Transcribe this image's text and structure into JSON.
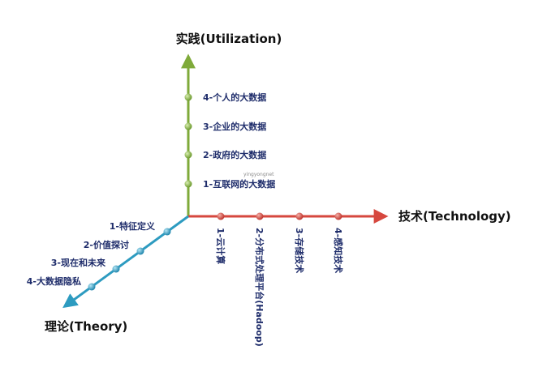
{
  "colors": {
    "utilization_axis": "#7faa3a",
    "technology_axis": "#d6473e",
    "theory_axis": "#2d9bc0",
    "label_text": "#1f2d6b"
  },
  "axes": {
    "utilization": {
      "title": "实践(Utilization)",
      "items": [
        "1-互联网的大数据",
        "2-政府的大数据",
        "3-企业的大数据",
        "4-个人的大数据"
      ]
    },
    "technology": {
      "title": "技术(Technology)",
      "items": [
        "1-云计算",
        "2-分布式处理平台(Hadoop)",
        "3-存储技术",
        "4-感知技术"
      ]
    },
    "theory": {
      "title": "理论(Theory)",
      "items": [
        "1-特征定义",
        "2-价值探讨",
        "3-现在和未来",
        "4-大数据隐私"
      ]
    }
  },
  "watermark": "yingyongnet"
}
